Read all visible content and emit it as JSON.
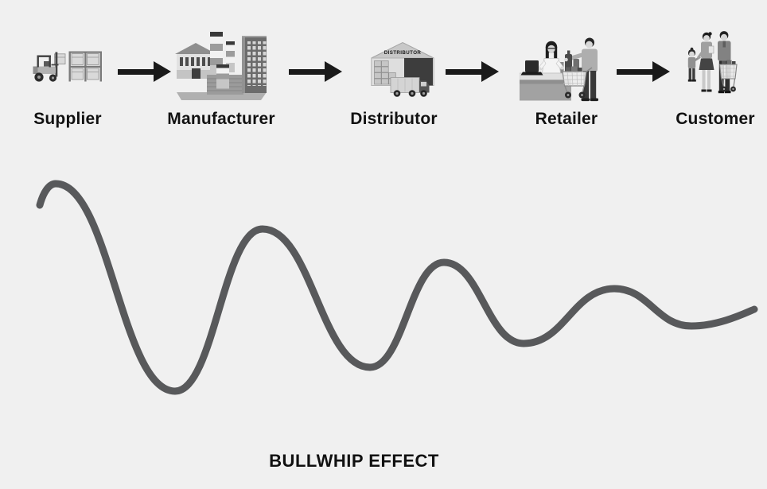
{
  "page": {
    "background": "#f0f0f0"
  },
  "title": {
    "text": "BULLWHIP EFFECT",
    "color": "#111111"
  },
  "stages": [
    {
      "label": "Supplier",
      "icon": "forklift-with-warehouse-rack"
    },
    {
      "label": "Manufacturer",
      "icon": "factory-buildings"
    },
    {
      "label": "Distributor",
      "icon": "warehouse-with-truck",
      "sign_text": "DISTRIBUTOR"
    },
    {
      "label": "Retailer",
      "icon": "checkout-counter-scene"
    },
    {
      "label": "Customer",
      "icon": "family-with-shopping-cart"
    }
  ],
  "arrows": {
    "count": 4,
    "direction": "right",
    "color": "#1a1a1a"
  },
  "curve": {
    "name": "bullwhip-wave",
    "color": "#58595b",
    "stroke_width": 9,
    "points": [
      [
        50,
        258
      ],
      [
        70,
        231
      ],
      [
        220,
        492
      ],
      [
        330,
        288
      ],
      [
        465,
        462
      ],
      [
        558,
        330
      ],
      [
        658,
        432
      ],
      [
        772,
        363
      ],
      [
        869,
        410
      ],
      [
        948,
        389
      ]
    ]
  },
  "label_color": "#111111"
}
